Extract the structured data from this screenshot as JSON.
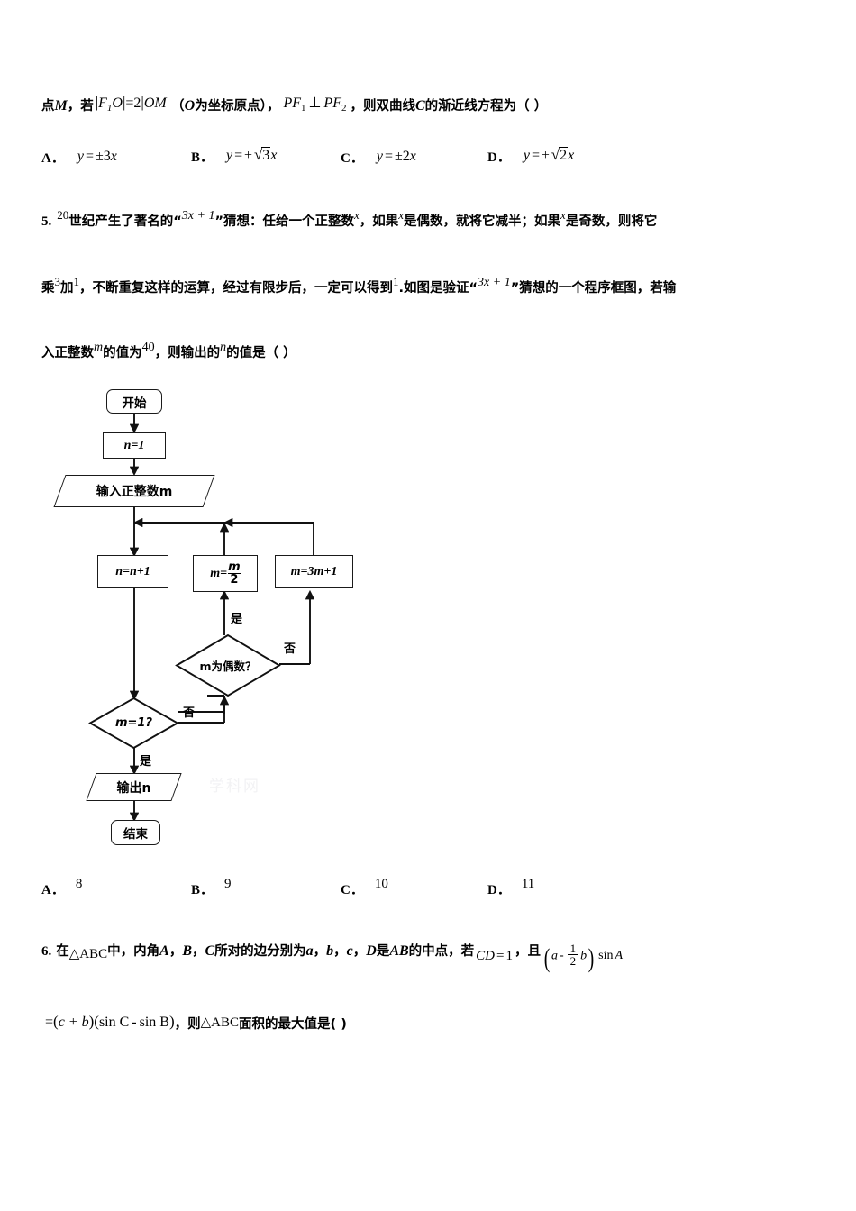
{
  "document": {
    "type": "math-exam-paper",
    "language": "zh-CN"
  },
  "question4_tail": {
    "lead_cn_1": "点",
    "var_M": "M",
    "lead_cn_2": "，若",
    "abs1_F": "F",
    "abs1_F_sub": "1",
    "abs1_O": "O",
    "equals": "=",
    "two": "2",
    "abs2": "OM",
    "paren_note": "（",
    "note_O": "O",
    "note_cn": "为坐标原点）",
    "comma": "，",
    "perp_PF1": "PF",
    "perp_sub1": "1",
    "perp_symbol": "⊥",
    "perp_PF2": "PF",
    "perp_sub2": "2",
    "tail_cn_1": "，则双曲线",
    "tail_var_C": "C",
    "tail_cn_2": "的渐近线方程为（   ）",
    "options": [
      {
        "letter": "A．",
        "y": "y",
        "eq": "=",
        "pm": "±",
        "coef": "3",
        "x": "x",
        "radical": false
      },
      {
        "letter": "B．",
        "y": "y",
        "eq": "=",
        "pm": "±",
        "coef": "3",
        "x": "x",
        "radical": true
      },
      {
        "letter": "C．",
        "y": "y",
        "eq": "=",
        "pm": "±",
        "coef": "2",
        "x": "x",
        "radical": false
      },
      {
        "letter": "D．",
        "y": "y",
        "eq": "=",
        "pm": "±",
        "coef": "2",
        "x": "x",
        "radical": true
      }
    ]
  },
  "question5": {
    "number": "5.",
    "line1": {
      "sup_20": "20",
      "t1": "世纪产生了著名的",
      "quote_open": "“",
      "expr": "3x + 1",
      "quote_close": "”",
      "t2": "猜想：任给一个正整数",
      "var_x1": "x",
      "t3": "，如果",
      "var_x2": "x",
      "t4": "是偶数，就将它减半；如果",
      "var_x3": "x",
      "t5": "是奇数，则将它"
    },
    "line2": {
      "t1": "乘",
      "sup_3": "3",
      "t2": "加",
      "sup_1": "1",
      "t3": "，不断重复这样的运算，经过有限步后，一定可以得到",
      "sup_1b": "1",
      "t4": ".如图是验证",
      "quote_open": "“",
      "expr": "3x + 1",
      "quote_close": "”",
      "t5": "猜想的一个程序框图，若输"
    },
    "line3": {
      "t1": "入正整数",
      "var_m": "m",
      "t2": "的值为",
      "num_40": "40",
      "t3": "，则输出的",
      "var_n": "n",
      "t4": "的值是（   ）"
    },
    "options": [
      {
        "letter": "A．",
        "value": "8"
      },
      {
        "letter": "B．",
        "value": "9"
      },
      {
        "letter": "C．",
        "value": "10"
      },
      {
        "letter": "D．",
        "value": "11"
      }
    ]
  },
  "flowchart": {
    "nodes": {
      "start": {
        "label": "开始",
        "shape": "terminal"
      },
      "init_n": {
        "label": "n=1",
        "shape": "process"
      },
      "input_m": {
        "label": "输入正整数m",
        "shape": "io"
      },
      "n_increment": {
        "label": "n=n+1",
        "shape": "process"
      },
      "m_half_lhs": {
        "label": "m=",
        "num": "m",
        "den": "2",
        "shape": "process"
      },
      "m_triple": {
        "label": "m=3m+1",
        "shape": "process"
      },
      "decide_even": {
        "label": "m为偶数？",
        "shape": "decision"
      },
      "decide_one": {
        "label": "m=1?",
        "shape": "decision"
      },
      "output_n": {
        "label": "输出n",
        "shape": "io"
      },
      "end": {
        "label": "结束",
        "shape": "terminal"
      }
    },
    "edge_labels": {
      "even_yes": "是",
      "even_no": "否",
      "one_no": "否",
      "one_yes": "是"
    }
  },
  "question6": {
    "number": "6.",
    "t1": "在",
    "tri1": "△ABC",
    "t2": "中，内角",
    "angA": "A",
    "c1": "，",
    "angB": "B",
    "c2": "，",
    "angC": "C",
    "t3": "所对的边分别为",
    "sa": "a",
    "c3": "，",
    "sb": "b",
    "c4": "，",
    "sc": "c",
    "c5": "，",
    "sD": "D",
    "t4": "是",
    "segAB": "AB",
    "t5": "的中点，若",
    "cd_lhs": "CD",
    "cd_eq": "=",
    "cd_val": "1",
    "t6": "，且",
    "expr_a": "a",
    "expr_minus": "-",
    "expr_frac_num": "1",
    "expr_frac_den": "2",
    "expr_b": "b",
    "expr_sin": "sin",
    "expr_A": "A",
    "line2": {
      "eq": "=",
      "cb": "c + b",
      "sinC": "sin C",
      "minus": "-",
      "sinB": "sin B",
      "t1": "，则",
      "tri2": "△ABC",
      "t2": "面积的最大值是(   )"
    }
  },
  "watermark": {
    "text": "学科网"
  }
}
